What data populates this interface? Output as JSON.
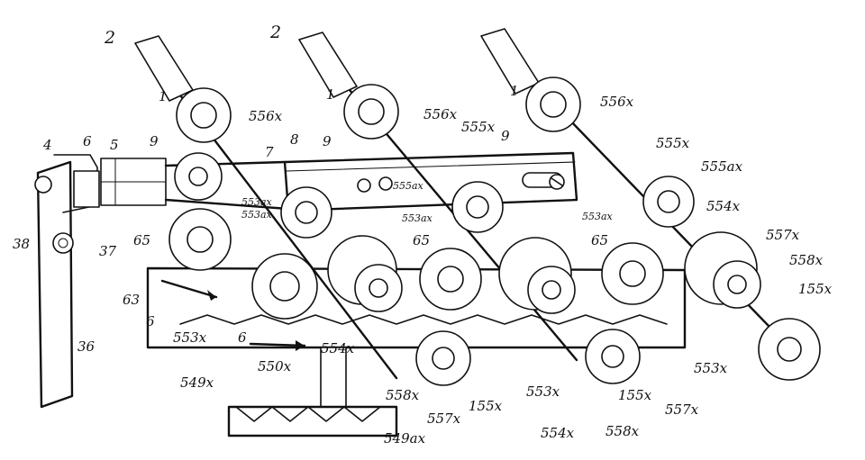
{
  "labels": {
    "a_2": "2",
    "b_2": "2",
    "a_1": "1",
    "b_1": "1",
    "c_1": "1",
    "a_556": "556x",
    "b_556": "556x",
    "c_556": "556x",
    "l_4": "4",
    "l_6": "6",
    "l_5": "5",
    "l_7": "7",
    "l_8": "8",
    "a_9": "9",
    "b_9": "9",
    "c_9": "9",
    "a_555": "555x",
    "b_555": "555x",
    "a_555ax": "555ax",
    "b_555ax": "555ax",
    "a_553ax": "553ax",
    "b_553ax": "553ax",
    "c_553ax": "553ax",
    "d_553ax": "553ax",
    "a_554": "554x",
    "b_554": "554x",
    "c_554": "554x",
    "a_557": "557x",
    "b_557": "557x",
    "c_557": "557x",
    "a_558": "558x",
    "b_558": "558x",
    "c_558": "558x",
    "a_155": "155x",
    "b_155": "155x",
    "c_155": "155x",
    "a_65": "65",
    "b_65": "65",
    "c_65": "65",
    "l_38": "38",
    "l_37": "37",
    "l_36": "36",
    "l_63": "63",
    "a_6": "6",
    "b_6": "6",
    "a_553": "553x",
    "b_553": "553x",
    "c_553": "553x",
    "l_550": "550x",
    "l_549": "549x",
    "l_549ax": "549ax"
  }
}
